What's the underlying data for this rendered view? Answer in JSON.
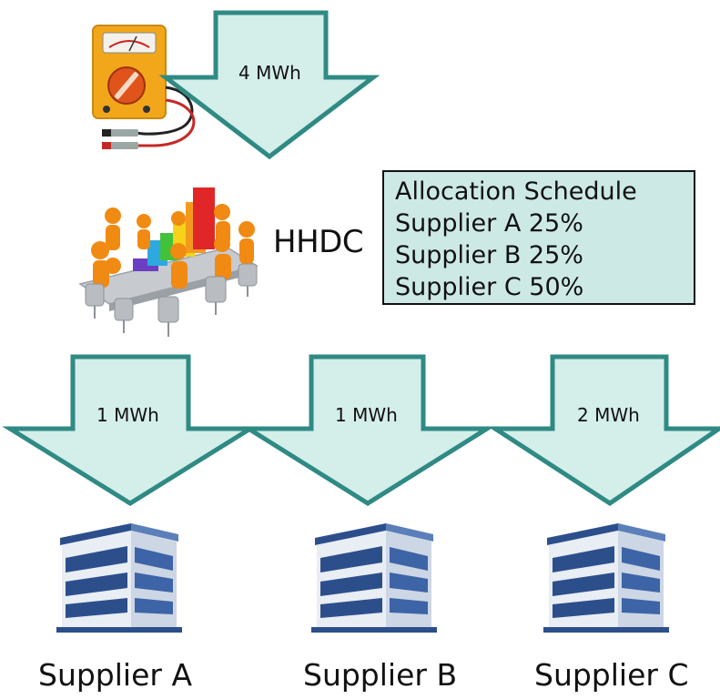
{
  "diagram": {
    "top_arrow": {
      "label": "4 MWh"
    },
    "collector": {
      "label": "HHDC",
      "icon": "meeting-table-bar-chart"
    },
    "meter": {
      "icon": "multimeter"
    },
    "allocation_schedule": {
      "title": "Allocation Schedule",
      "rows": [
        "Supplier A 25%",
        "Supplier B 25%",
        "Supplier C 50%"
      ]
    },
    "suppliers": [
      {
        "arrow_label": "1 MWh",
        "name": "Supplier A",
        "icon": "office-building"
      },
      {
        "arrow_label": "1 MWh",
        "name": "Supplier B",
        "icon": "office-building"
      },
      {
        "arrow_label": "2 MWh",
        "name": "Supplier C",
        "icon": "office-building"
      }
    ],
    "colors": {
      "arrow_fill": "#d4eeea",
      "arrow_stroke": "#2f8a84",
      "schedule_fill": "#cde9e6",
      "building_blue": "#2c4f8c"
    }
  }
}
